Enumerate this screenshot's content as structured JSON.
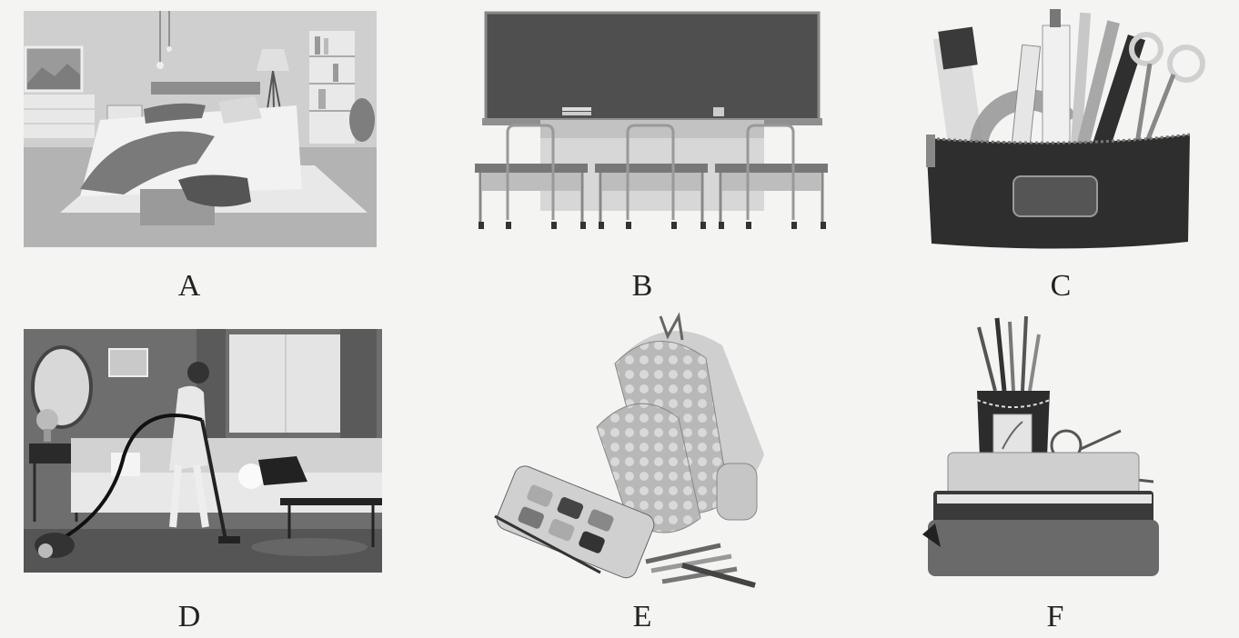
{
  "labels": {
    "a": "A",
    "b": "B",
    "c": "C",
    "d": "D",
    "e": "E",
    "f": "F"
  },
  "pictures": [
    {
      "label_key": "a",
      "subject": "bedroom-illustration"
    },
    {
      "label_key": "b",
      "subject": "classroom-illustration"
    },
    {
      "label_key": "c",
      "subject": "pencil-case-illustration"
    },
    {
      "label_key": "d",
      "subject": "housecleaning-illustration"
    },
    {
      "label_key": "e",
      "subject": "school-backpack-illustration"
    },
    {
      "label_key": "f",
      "subject": "books-and-pencil-cup-illustration"
    }
  ]
}
